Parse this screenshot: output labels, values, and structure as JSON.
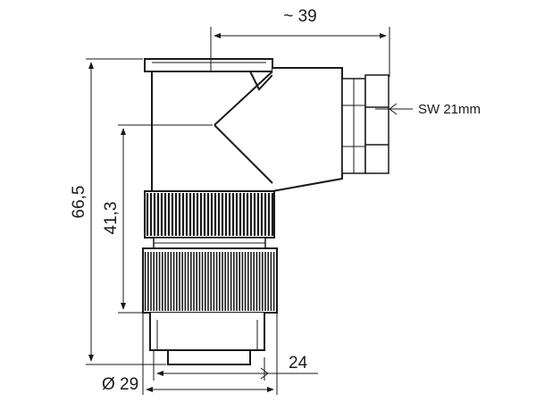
{
  "dimensions": {
    "top_width": "~ 39",
    "wrench_size": "SW 21mm",
    "overall_height": "66,5",
    "mid_height": "41,3",
    "outer_diameter": "Ø 29",
    "bottom_width": "24"
  },
  "colors": {
    "stroke": "#1a1a1a",
    "knurl": "#1a1a1a",
    "background": "#ffffff"
  }
}
